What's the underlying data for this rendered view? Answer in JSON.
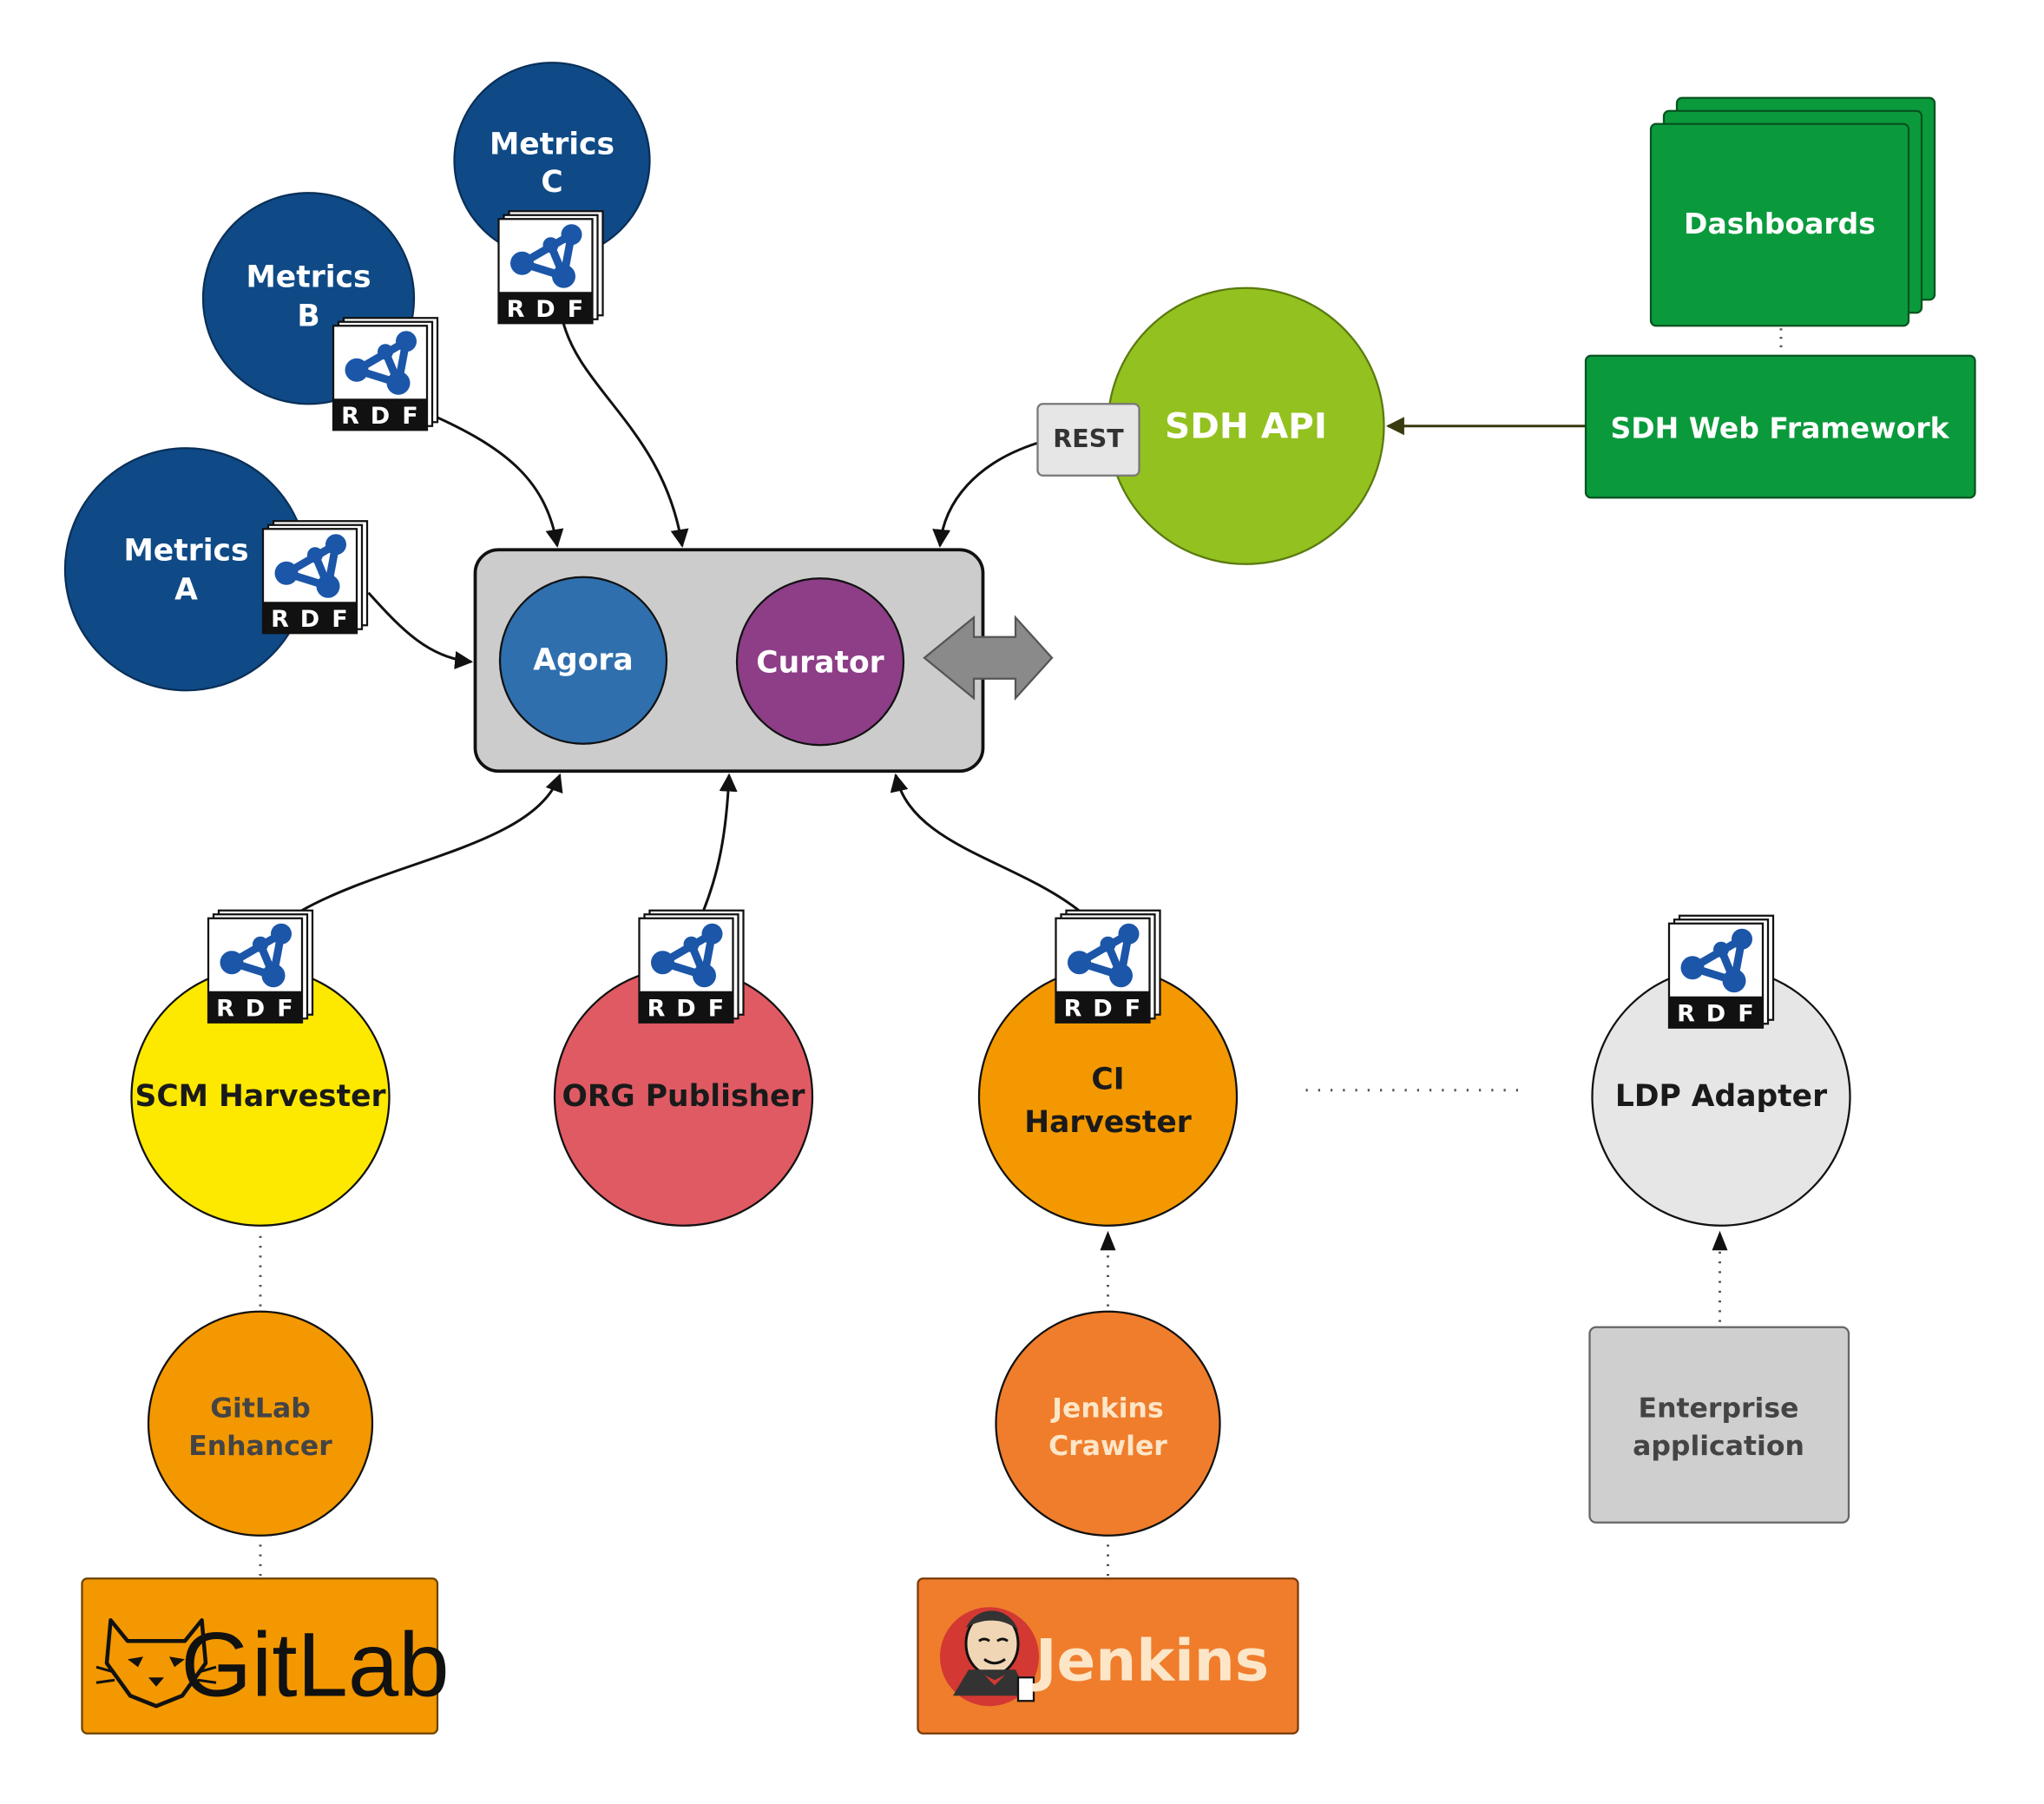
{
  "nodes": {
    "metrics_a": {
      "line1": "Metrics",
      "line2": "A"
    },
    "metrics_b": {
      "line1": "Metrics",
      "line2": "B"
    },
    "metrics_c": {
      "line1": "Metrics",
      "line2": "C"
    },
    "agora": "Agora",
    "curator": "Curator",
    "sdh_api": "SDH API",
    "rest": "REST",
    "web_framework": "SDH Web Framework",
    "dashboards": "Dashboards",
    "scm_harvester": "SCM Harvester",
    "org_publisher": "ORG Publisher",
    "ci_harvester": {
      "line1": "CI",
      "line2": "Harvester"
    },
    "ldp_adapter": "LDP Adapter",
    "gitlab_enhancer": {
      "line1": "GitLab",
      "line2": "Enhancer"
    },
    "jenkins_crawler": {
      "line1": "Jenkins",
      "line2": "Crawler"
    },
    "enterprise_app": {
      "line1": "Enterprise",
      "line2": "application"
    },
    "gitlab_logo": "GitLab",
    "jenkins_logo": "Jenkins"
  },
  "rdf_badge": {
    "letters": [
      "R",
      "D",
      "F"
    ],
    "icon": "rdf-graph-icon"
  },
  "icons": {
    "gitlab": "gitlab-fox-icon",
    "jenkins": "jenkins-butler-icon"
  },
  "colors": {
    "metrics": "#0f4a86",
    "agora": "#2f6fad",
    "curator": "#8d3e87",
    "sdh_api": "#93c11f",
    "web_green": "#0a9a3c",
    "scm": "#fde800",
    "org": "#e05a63",
    "ci": "#f39800",
    "ldp": "#e6e6e6",
    "gitlab_enhancer": "#f39800",
    "jenkins_crawler": "#ef7d2c",
    "enterprise": "#cfcfcf",
    "core_box": "#cccccc",
    "gitlab_logo_bg": "#f39800",
    "jenkins_logo_bg": "#ef7d2c"
  }
}
